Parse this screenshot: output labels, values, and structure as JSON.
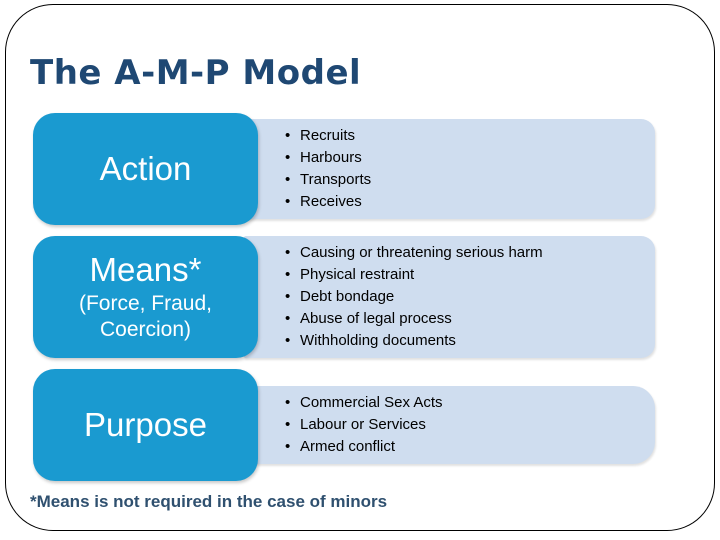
{
  "slide": {
    "title": "The A-M-P Model",
    "rows": [
      {
        "label": "Action",
        "bullets": [
          "Recruits",
          "Harbours",
          "Transports",
          "Receives"
        ]
      },
      {
        "label": "Means*",
        "sublabel": "(Force, Fraud, Coercion)",
        "bullets": [
          "Causing or threatening serious harm",
          "Physical restraint",
          "Debt bondage",
          "Abuse of legal process",
          "Withholding documents"
        ]
      },
      {
        "label": "Purpose",
        "bullets": [
          "Commercial Sex Acts",
          "Labour or Services",
          "Armed conflict"
        ]
      }
    ],
    "footnote": "*Means is not required in the case of minors",
    "colors": {
      "box_blue": "#1A9AD0",
      "panel_blue": "#CFDDEF",
      "title_navy": "#1F4873",
      "footnote_navy": "#2F506F",
      "frame_border": "#000000"
    }
  }
}
